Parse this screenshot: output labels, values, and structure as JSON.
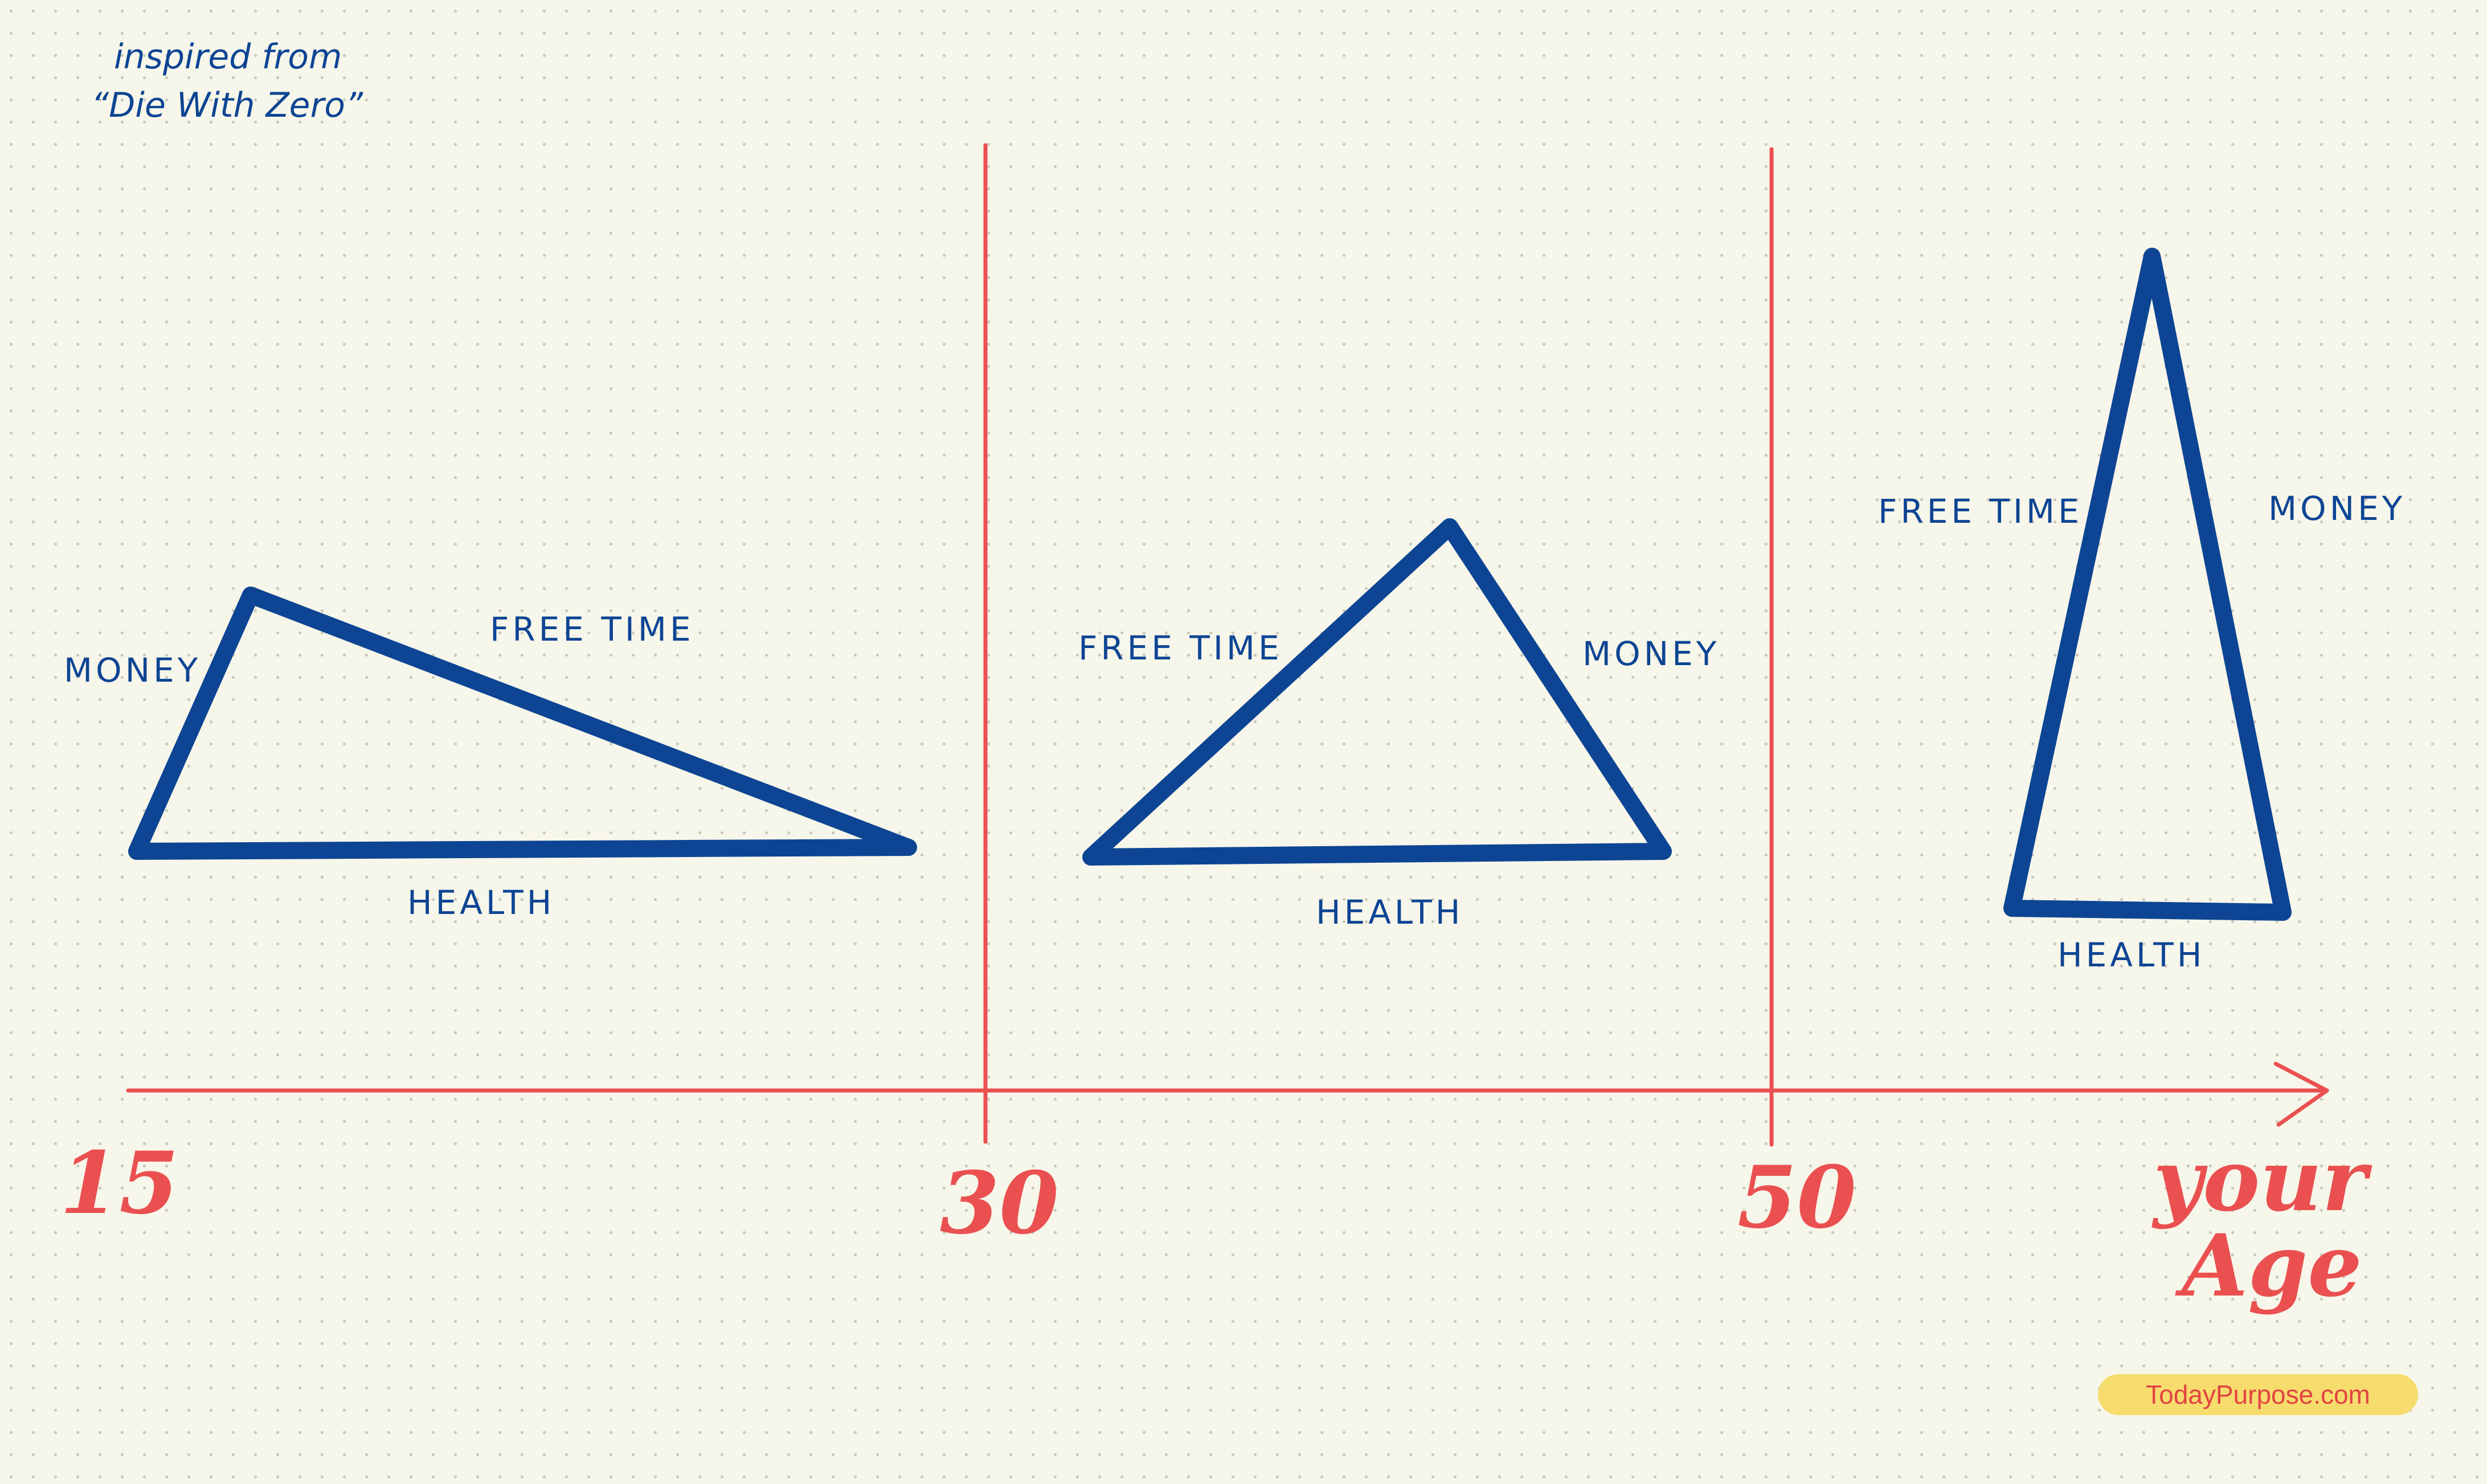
{
  "note": {
    "line1": "inspired from",
    "line2": "“Die With Zero”"
  },
  "axis": {
    "ticks": [
      "15",
      "30",
      "50"
    ],
    "title_line1": "your",
    "title_line2": "Age"
  },
  "stages": [
    {
      "money": "MONEY",
      "free_time": "FREE TIME",
      "health": "HEALTH"
    },
    {
      "money": "MONEY",
      "free_time": "FREE TIME",
      "health": "HEALTH"
    },
    {
      "money": "MONEY",
      "free_time": "FREE TIME",
      "health": "HEALTH"
    }
  ],
  "watermark": "TodayPurpose.com",
  "colors": {
    "ink_blue": "#0d4594",
    "ink_red": "#ea5050",
    "paper": "#f7f6ea",
    "badge": "#f6dc6c"
  }
}
